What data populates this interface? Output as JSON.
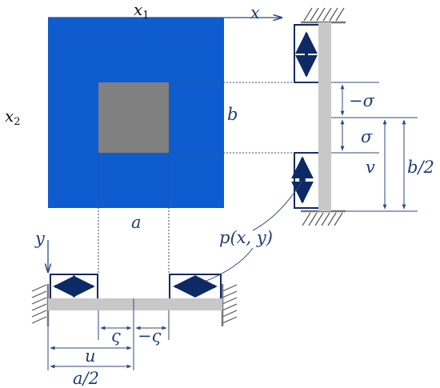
{
  "labels": {
    "x1": "x",
    "x1_sub": "1",
    "x2": "x",
    "x2_sub": "2",
    "x": "x",
    "y": "y",
    "a": "a",
    "b": "b",
    "minus_sigma": "−σ",
    "sigma": "σ",
    "v": "v",
    "b_half": "b/2",
    "p": "p(x, y)",
    "zeta": "ς",
    "minus_zeta": "−ς",
    "u": "u",
    "a_half": "a/2"
  },
  "colors": {
    "plate": "#0f5ccf",
    "hole": "#808080",
    "beam": "#c8c8c8",
    "arrow": "#0d2a66",
    "dimension": "#2c4a82",
    "support": "#555555"
  }
}
